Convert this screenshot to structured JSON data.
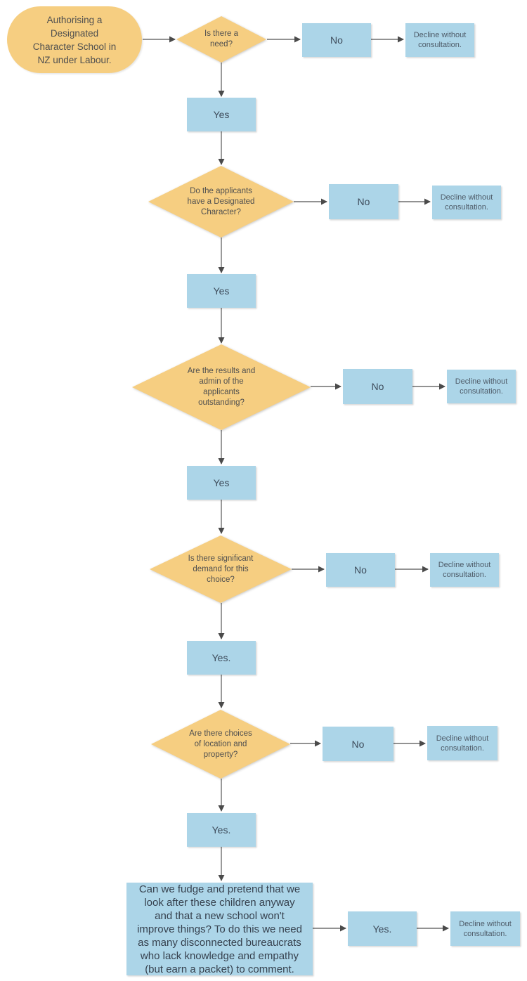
{
  "colors": {
    "decision_fill": "#F6CE81",
    "process_fill": "#ACD5E8",
    "connector": "#6E6E6E",
    "arrowhead": "#4A4A4A",
    "decision_text": "#4F4F4F",
    "process_text": "#3E4C5B",
    "decline_text": "#4E5B68",
    "final_text": "#36414E",
    "background": "#FFFFFF"
  },
  "nodes": {
    "start": {
      "text": "Authorising a Designated Character School in NZ under Labour.",
      "lines": [
        "Authorising a",
        "Designated",
        "Character School in",
        "NZ under Labour."
      ]
    },
    "d1": "Is there a need?",
    "d2": "Do the applicants have a Designated Character?",
    "d3": "Are the results and admin of the applicants outstanding?",
    "d4": "Is there significant demand for this choice?",
    "d5": "Are there choices of location and property?",
    "yes1": "Yes",
    "yes2": "Yes",
    "yes3": "Yes",
    "yes4": "Yes.",
    "yes5": "Yes.",
    "yes6": "Yes.",
    "no1": "No",
    "no2": "No",
    "no3": "No",
    "no4": "No",
    "no5": "No",
    "dec1": "Decline without consultation.",
    "dec2": "Decline without consultation.",
    "dec3": "Decline without consultation.",
    "dec4": "Decline without consultation.",
    "dec5": "Decline without consultation.",
    "dec6": "Decline without consultation.",
    "final": {
      "text": "Can we fudge and pretend that we look after these children anyway and that a new school won't improve things? To do this we need as many disconnected bureaucrats who lack knowledge and empathy (but earn a packet) to comment.",
      "lines": [
        "Can we fudge and pretend that we",
        "look after these children anyway",
        "and that a new school won't",
        "improve things? To do this we need",
        "as many disconnected bureaucrats",
        "who lack knowledge and empathy",
        "(but earn a packet) to comment."
      ]
    }
  }
}
